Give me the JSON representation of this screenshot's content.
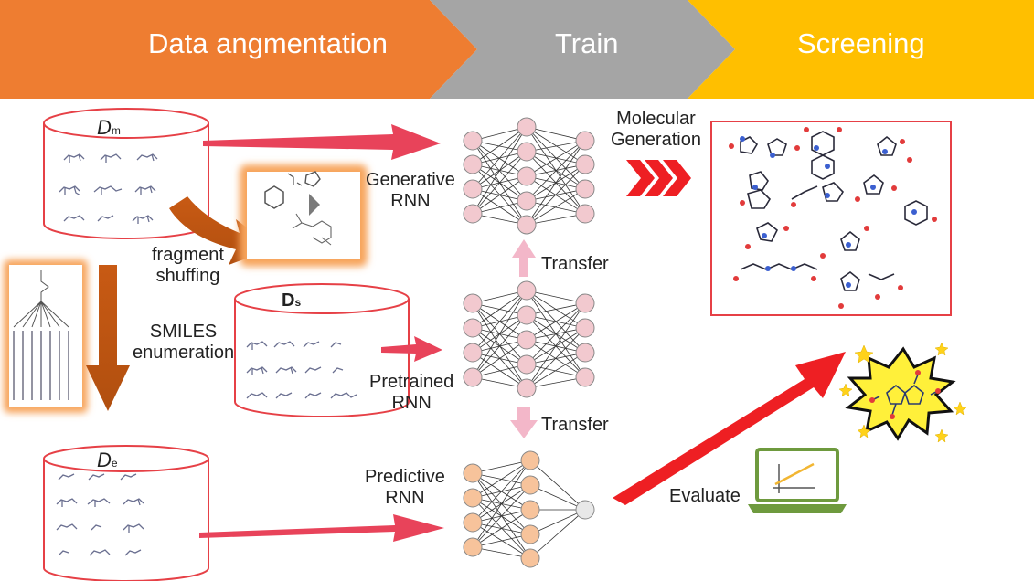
{
  "banner": {
    "data_augmentation": "Data angmentation",
    "train": "Train",
    "screening": "Screening"
  },
  "datasets": {
    "dm": {
      "symbol": "D",
      "subscript": "m"
    },
    "ds": {
      "symbol": "D",
      "subscript": "s"
    },
    "de": {
      "symbol": "D",
      "subscript": "e"
    }
  },
  "labels": {
    "fragment_shuffling_1": "fragment",
    "fragment_shuffling_2": "shuffing",
    "smiles_1": "SMILES",
    "smiles_2": "enumeration",
    "generative_1": "Generative",
    "generative_2": "RNN",
    "pretrained_1": "Pretrained",
    "pretrained_2": "RNN",
    "predictive_1": "Predictive",
    "predictive_2": "RNN",
    "transfer_top": "Transfer",
    "transfer_bottom": "Transfer",
    "molecular_1": "Molecular",
    "molecular_2": "Generation",
    "evaluate": "Evaluate"
  },
  "colors": {
    "orange": "#ee7d31",
    "gray": "#a5a5a5",
    "yellow": "#ffbf00",
    "red_arrow": "#e8435a",
    "cylinder_red": "#e64046",
    "node_pink": "#f2c9cf",
    "node_orange": "#f7c39b",
    "laptop_green": "#6e9a3e"
  }
}
